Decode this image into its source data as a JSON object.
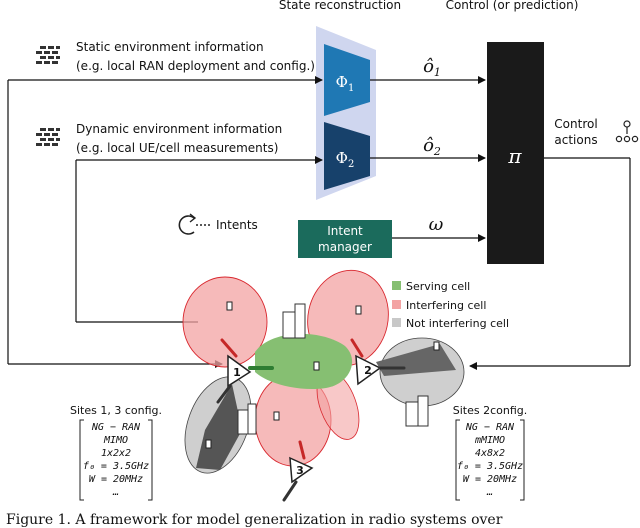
{
  "header": {
    "state_reconstruction": "State reconstruction",
    "control": "Control (or prediction)"
  },
  "inputs": {
    "static_title": "Static environment information",
    "static_sub": "(e.g. local RAN deployment and config.)",
    "dynamic_title": "Dynamic environment information",
    "dynamic_sub": "(e.g. local UE/cell measurements)",
    "intents": "Intents"
  },
  "blocks": {
    "phi1": "Φ",
    "phi1_sub": "1",
    "phi2": "Φ",
    "phi2_sub": "2",
    "o1": "ô",
    "o1_sub": "1",
    "o2": "ô",
    "o2_sub": "2",
    "omega": "ω",
    "pi": "π",
    "intent_manager_1": "Intent",
    "intent_manager_2": "manager",
    "control_actions_1": "Control",
    "control_actions_2": "actions"
  },
  "legend": {
    "serving": "Serving cell",
    "interfering": "Interfering cell",
    "not_interfering": "Not interfering cell"
  },
  "sites": {
    "s1": "1",
    "s2": "2",
    "s3": "3"
  },
  "config_left": {
    "title": "Sites 1, 3 config.",
    "lines": [
      "NG − RAN",
      "MIMO",
      "1x2x2",
      "f₀ = 3.5GHz",
      "W = 20MHz",
      "…"
    ]
  },
  "config_right": {
    "title": "Sites 2config.",
    "lines": [
      "NG − RAN",
      "mMIMO",
      "4x8x2",
      "f₀ = 3.5GHz",
      "W = 20MHz",
      "…"
    ]
  },
  "caption": "Figure 1.   A framework for model generalization in radio systems over",
  "colors": {
    "phi_light": "#cfd6ef",
    "phi_dark": "#1f78b4",
    "phi_navy": "#17416b",
    "pi_black": "#1a1a1a",
    "intent_green": "#1b6b5c",
    "serving": "#86bf72",
    "interfering": "#f3a3a3",
    "interfering_edge": "#d9282f",
    "not_interfering": "#c8c8c8"
  }
}
